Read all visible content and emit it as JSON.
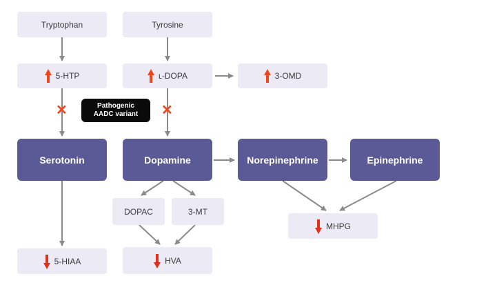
{
  "colors": {
    "dark_node": "#5c5a96",
    "light_node": "#eceaf4",
    "connector": "#8a8a8a",
    "increase_arrow": "#f0461e",
    "decrease_arrow": "#e0301e",
    "block_mark": "#f0461e",
    "badge": "#0a0a0a"
  },
  "nodes": {
    "tryptophan": "Tryptophan",
    "tyrosine": "Tyrosine",
    "five_htp": {
      "label": "5-HTP",
      "change": "increase"
    },
    "l_dopa": {
      "label": "ʟ-DOPA",
      "change": "increase"
    },
    "three_omd": {
      "label": "3-OMD",
      "change": "increase"
    },
    "serotonin": "Serotonin",
    "dopamine": "Dopamine",
    "norepinephrine": "Norepinephrine",
    "epinephrine": "Epinephrine",
    "dopac": "DOPAC",
    "three_mt": "3-MT",
    "mhpg": {
      "label": "MHPG",
      "change": "decrease"
    },
    "five_hiaa": {
      "label": "5-HIAA",
      "change": "decrease"
    },
    "hva": {
      "label": "HVA",
      "change": "decrease"
    }
  },
  "badge": {
    "line1": "Pathogenic",
    "line2": "AADC variant"
  },
  "block_mark": "✕"
}
